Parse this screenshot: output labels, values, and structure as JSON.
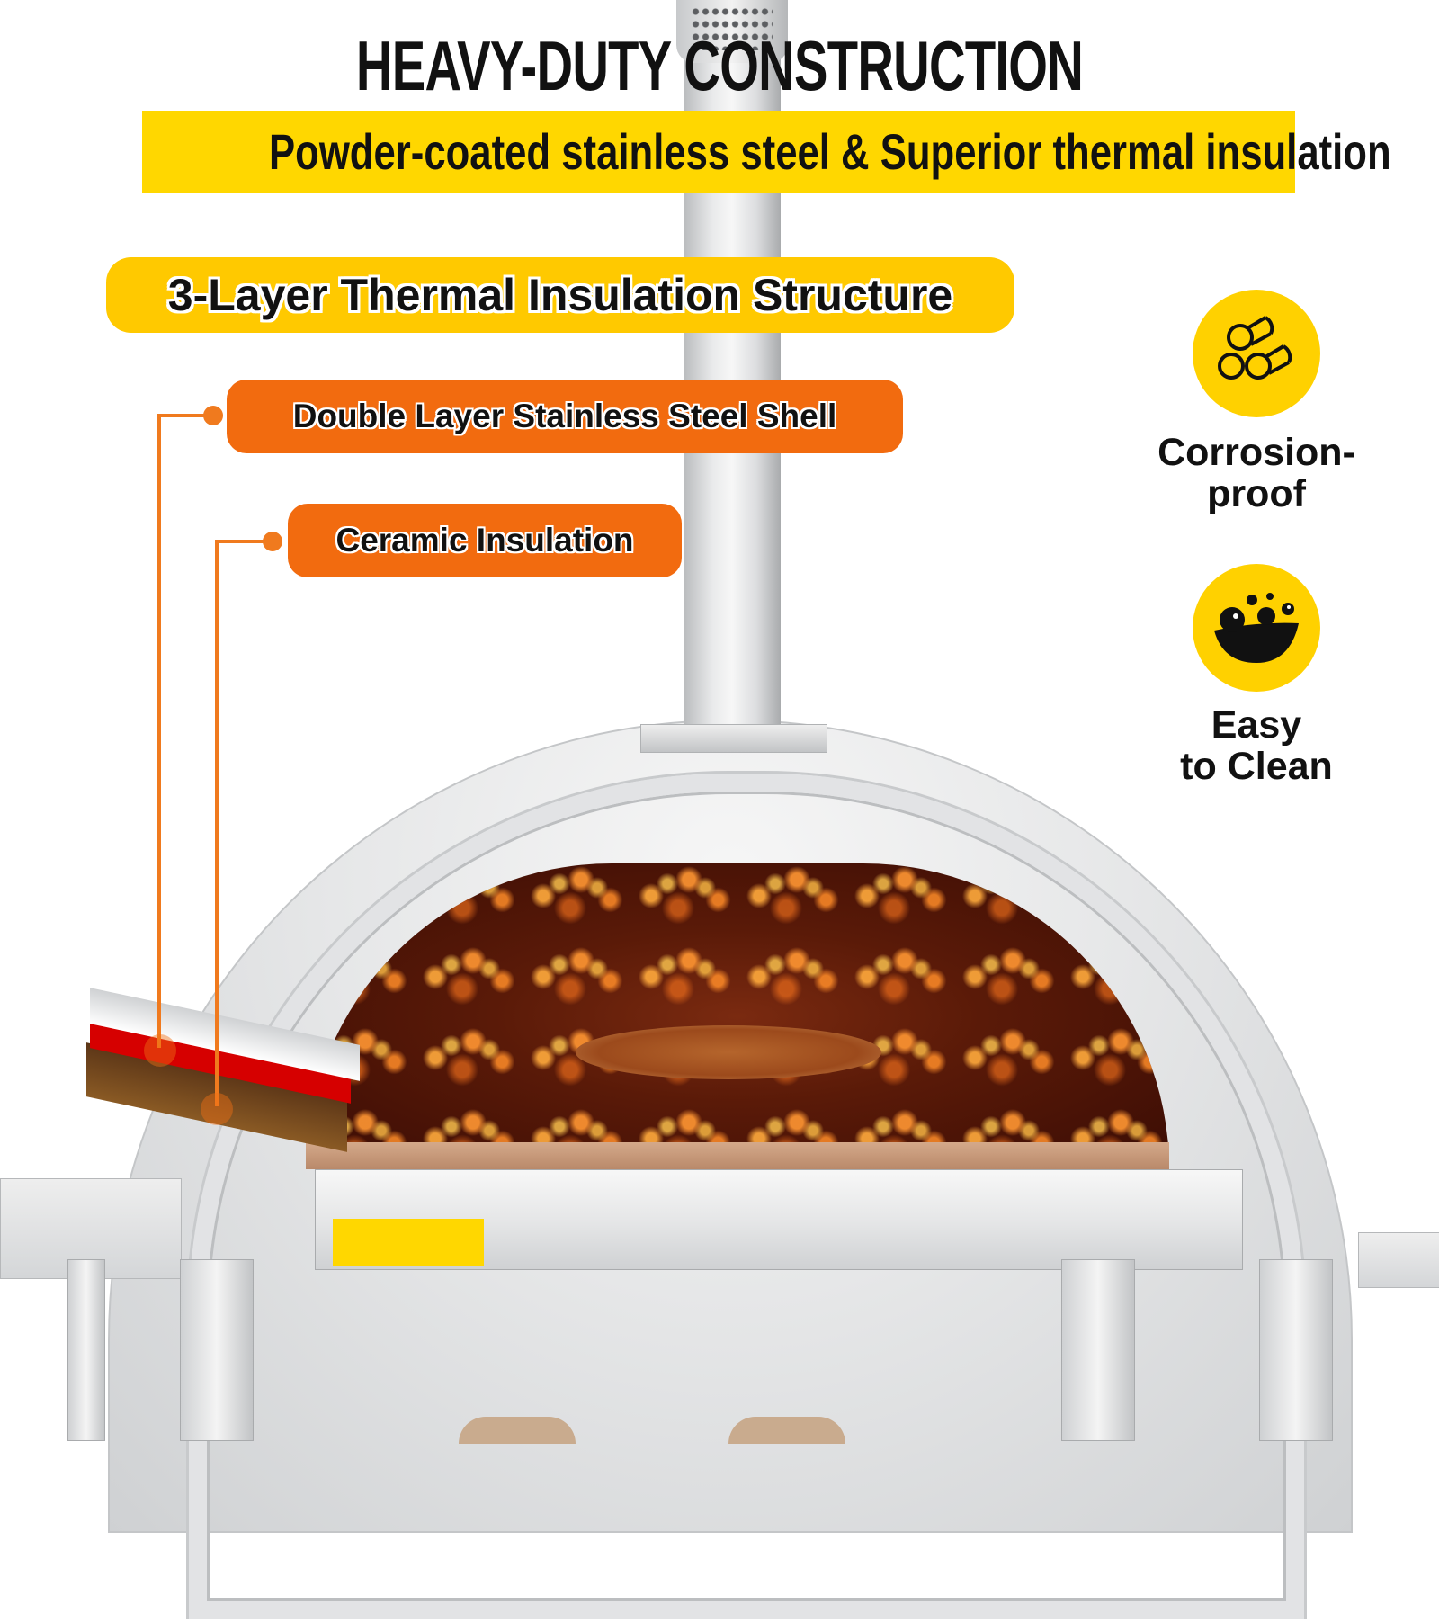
{
  "header": {
    "title": "HEAVY-DUTY CONSTRUCTION",
    "subtitle": "Powder-coated stainless steel & Superior thermal insulation"
  },
  "insulation": {
    "heading": "3-Layer Thermal Insulation Structure",
    "layers": [
      {
        "label": "Double Layer Stainless Steel Shell",
        "icon": "callout-dot"
      },
      {
        "label": "Ceramic Insulation",
        "icon": "callout-dot"
      }
    ]
  },
  "features": [
    {
      "icon": "steel-rods-icon",
      "label_line1": "Corrosion-",
      "label_line2": "proof"
    },
    {
      "icon": "cleaning-bubbles-icon",
      "label_line1": "Easy",
      "label_line2": "to Clean"
    }
  ],
  "colors": {
    "brand_yellow": "#FFD700",
    "heading_yellow": "#FFC900",
    "callout_orange": "#F26B0F",
    "layer_red": "#D60000",
    "text": "#111111"
  }
}
